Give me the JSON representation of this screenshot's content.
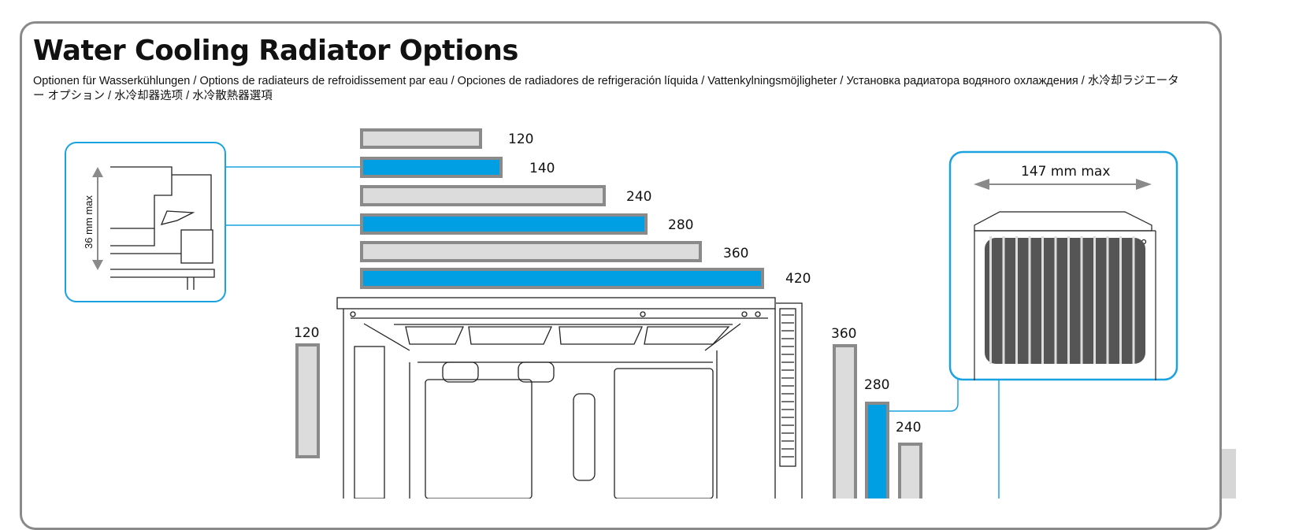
{
  "title": "Water Cooling Radiator Options",
  "subtitle": "Optionen für Wasserkühlungen / Options de radiateurs de refroidissement par eau / Opciones de radiadores de refrigeración líquida / Vattenkylningsmöjligheter / Установка радиатора водяного охлаждения / 水冷却ラジエーター オプション / 水冷却器选项 / 水冷散熱器選項",
  "colors": {
    "accent": "#009fe3",
    "inactive_fill": "#dcdcdc",
    "bar_border": "#8a8a8a"
  },
  "top_radiators": [
    {
      "size": "120",
      "supported_highlight": false
    },
    {
      "size": "140",
      "supported_highlight": true
    },
    {
      "size": "240",
      "supported_highlight": false
    },
    {
      "size": "280",
      "supported_highlight": true
    },
    {
      "size": "360",
      "supported_highlight": false
    },
    {
      "size": "420",
      "supported_highlight": true
    }
  ],
  "rear_radiator": {
    "size": "120"
  },
  "front_radiators": [
    {
      "size": "360",
      "supported_highlight": false
    },
    {
      "size": "280",
      "supported_highlight": true
    },
    {
      "size": "240",
      "supported_highlight": false
    }
  ],
  "top_clearance_inset": {
    "label": "36 mm max"
  },
  "front_width_inset": {
    "label": "147 mm max"
  }
}
